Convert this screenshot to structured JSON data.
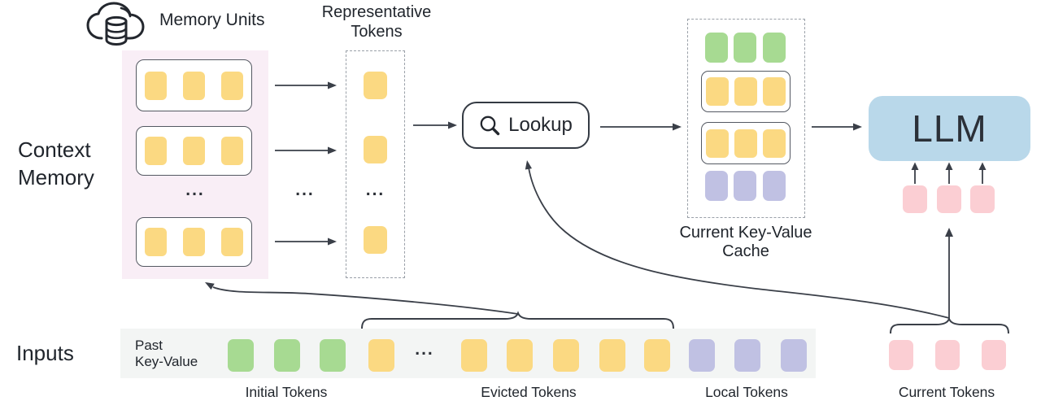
{
  "labels": {
    "memory_units": "Memory Units",
    "representative_tokens": [
      "Representative",
      "Tokens"
    ],
    "context_memory": [
      "Context",
      "Memory"
    ],
    "lookup": "Lookup",
    "current_kv_cache": [
      "Current Key-Value",
      "Cache"
    ],
    "llm": "LLM",
    "inputs": "Inputs",
    "past_key_value": [
      "Past",
      "Key-Value"
    ],
    "initial_tokens": "Initial Tokens",
    "evicted_tokens": "Evicted Tokens",
    "local_tokens": "Local Tokens",
    "current_tokens": "Current Tokens",
    "ellipsis": "..."
  },
  "icons": {
    "memory_units_icon": "cloud-database-icon",
    "lookup_icon": "magnifier-icon"
  },
  "colors": {
    "token_yellow": "#fbd982",
    "token_green": "#a7da92",
    "token_purple": "#c0c1e3",
    "token_pink": "#fbced3",
    "llm_blue": "#b9d8ea",
    "context_memory_bg": "#f9eef6",
    "input_strip_bg": "#f3f5f4",
    "connector": "#3a3f48"
  },
  "structure": {
    "context_memory": {
      "memory_units_shown": 3,
      "tokens_per_unit": 3,
      "ellipsis_between": true
    },
    "representative_tokens": {
      "tokens_shown": 3,
      "ellipsis_between": true
    },
    "current_kv_cache_rows": [
      {
        "kind": "initial-tokens",
        "color": "green",
        "count": 3,
        "boxed": false
      },
      {
        "kind": "retrieved-memory-unit",
        "color": "yellow",
        "count": 3,
        "boxed": true
      },
      {
        "kind": "retrieved-memory-unit",
        "color": "yellow",
        "count": 3,
        "boxed": true
      },
      {
        "kind": "local-tokens",
        "color": "purple",
        "count": 3,
        "boxed": false
      }
    ],
    "llm_input_tokens": {
      "color": "pink",
      "count": 3
    },
    "input_strip_groups": [
      {
        "label": "Initial Tokens",
        "color": "green",
        "count": 3
      },
      {
        "label": "Evicted Tokens",
        "color": "yellow",
        "count": 6,
        "ellipsis_after_first": true
      },
      {
        "label": "Local Tokens",
        "color": "purple",
        "count": 3
      },
      {
        "label": "Current Tokens",
        "color": "pink",
        "count": 3,
        "outside_strip": true
      }
    ]
  }
}
